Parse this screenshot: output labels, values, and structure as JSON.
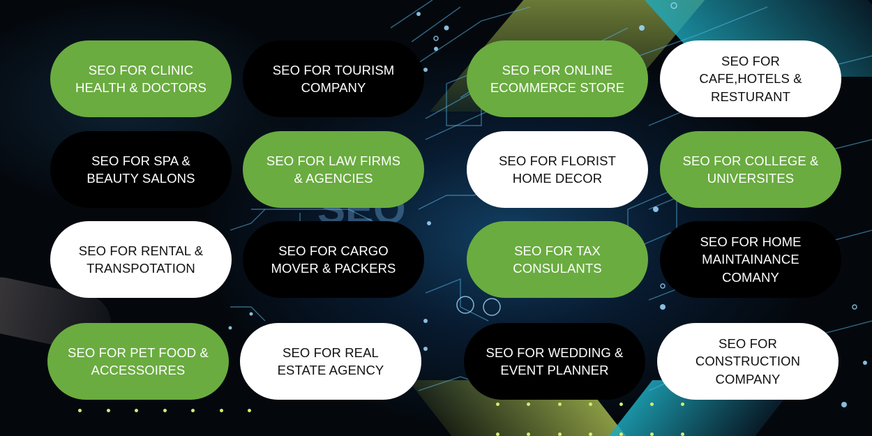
{
  "colors": {
    "green": "#6aac40",
    "black": "#000000",
    "white": "#ffffff",
    "dot_accent": "#d4ec70",
    "background": "#04080d"
  },
  "services": [
    {
      "label": "SEO FOR CLINIC\nHEALTH & DOCTORS",
      "style": "green"
    },
    {
      "label": "SEO FOR TOURISM\nCOMPANY",
      "style": "black"
    },
    {
      "label": "SEO FOR ONLINE\nECOMMERCE STORE",
      "style": "green"
    },
    {
      "label": "SEO FOR\nCAFE,HOTELS &\nRESTURANT",
      "style": "white"
    },
    {
      "label": "SEO FOR SPA &\nBEAUTY SALONS",
      "style": "black"
    },
    {
      "label": "SEO FOR LAW FIRMS\n& AGENCIES",
      "style": "green"
    },
    {
      "label": "SEO FOR FLORIST\nHOME DECOR",
      "style": "white"
    },
    {
      "label": "SEO FOR COLLEGE &\nUNIVERSITES",
      "style": "green"
    },
    {
      "label": "SEO FOR RENTAL &\nTRANSPOTATION",
      "style": "white"
    },
    {
      "label": "SEO FOR CARGO\nMOVER & PACKERS",
      "style": "black"
    },
    {
      "label": "SEO FOR TAX\nCONSULANTS",
      "style": "green"
    },
    {
      "label": "SEO FOR  HOME\nMAINTAINANCE\nCOMANY",
      "style": "black"
    },
    {
      "label": "SEO FOR PET FOOD &\nACCESSOIRES",
      "style": "green"
    },
    {
      "label": "SEO FOR REAL\nESTATE AGENCY",
      "style": "white"
    },
    {
      "label": "SEO FOR WEDDING &\nEVENT PLANNER",
      "style": "black"
    },
    {
      "label": "SEO FOR\nCONSTRUCTION\nCOMPANY",
      "style": "white"
    }
  ]
}
